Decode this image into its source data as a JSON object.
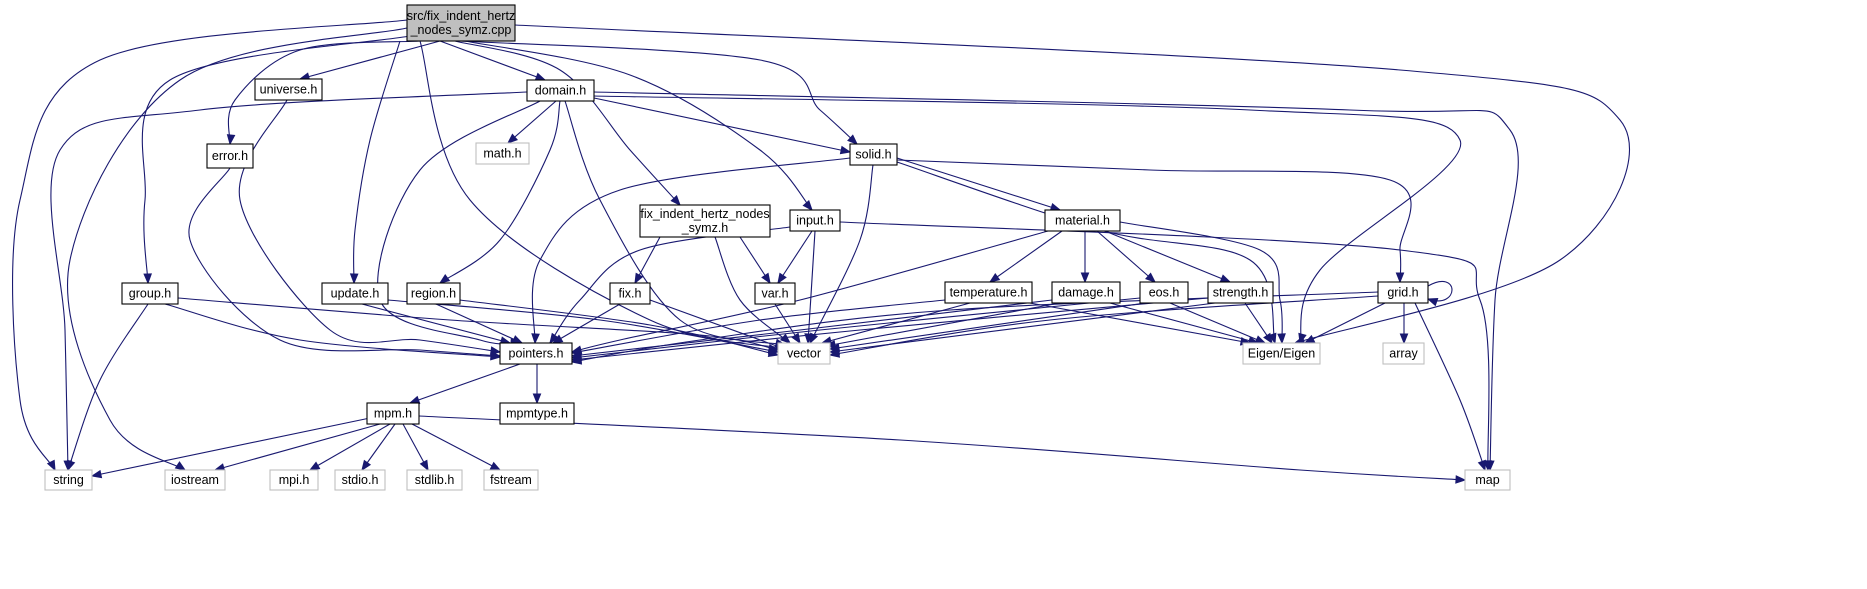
{
  "graph": {
    "title": "src/fix_indent_hertz_nodes_symz.cpp include dependency graph",
    "colors": {
      "edge": "#191970",
      "root_fill": "#bfbfbf",
      "local_border": "#000000",
      "system_border": "#bfbfbf"
    },
    "nodes": [
      {
        "id": "root",
        "lines": [
          "src/fix_indent_hertz",
          "_nodes_symz.cpp"
        ],
        "kind": "root"
      },
      {
        "id": "universe",
        "lines": [
          "universe.h"
        ],
        "kind": "local"
      },
      {
        "id": "domain",
        "lines": [
          "domain.h"
        ],
        "kind": "local"
      },
      {
        "id": "error",
        "lines": [
          "error.h"
        ],
        "kind": "local"
      },
      {
        "id": "math",
        "lines": [
          "math.h"
        ],
        "kind": "system"
      },
      {
        "id": "solid",
        "lines": [
          "solid.h"
        ],
        "kind": "local"
      },
      {
        "id": "fixsymz",
        "lines": [
          "fix_indent_hertz_nodes",
          "_symz.h"
        ],
        "kind": "local"
      },
      {
        "id": "input",
        "lines": [
          "input.h"
        ],
        "kind": "local"
      },
      {
        "id": "material",
        "lines": [
          "material.h"
        ],
        "kind": "local"
      },
      {
        "id": "group",
        "lines": [
          "group.h"
        ],
        "kind": "local"
      },
      {
        "id": "update",
        "lines": [
          "update.h"
        ],
        "kind": "local"
      },
      {
        "id": "region",
        "lines": [
          "region.h"
        ],
        "kind": "local"
      },
      {
        "id": "fix",
        "lines": [
          "fix.h"
        ],
        "kind": "local"
      },
      {
        "id": "var",
        "lines": [
          "var.h"
        ],
        "kind": "local"
      },
      {
        "id": "temperature",
        "lines": [
          "temperature.h"
        ],
        "kind": "local"
      },
      {
        "id": "damage",
        "lines": [
          "damage.h"
        ],
        "kind": "local"
      },
      {
        "id": "eos",
        "lines": [
          "eos.h"
        ],
        "kind": "local"
      },
      {
        "id": "strength",
        "lines": [
          "strength.h"
        ],
        "kind": "local"
      },
      {
        "id": "grid",
        "lines": [
          "grid.h"
        ],
        "kind": "local"
      },
      {
        "id": "pointers",
        "lines": [
          "pointers.h"
        ],
        "kind": "local"
      },
      {
        "id": "vector",
        "lines": [
          "vector"
        ],
        "kind": "system"
      },
      {
        "id": "eigen",
        "lines": [
          "Eigen/Eigen"
        ],
        "kind": "system"
      },
      {
        "id": "array",
        "lines": [
          "array"
        ],
        "kind": "system"
      },
      {
        "id": "mpm",
        "lines": [
          "mpm.h"
        ],
        "kind": "local"
      },
      {
        "id": "mpmtype",
        "lines": [
          "mpmtype.h"
        ],
        "kind": "local"
      },
      {
        "id": "string",
        "lines": [
          "string"
        ],
        "kind": "system"
      },
      {
        "id": "iostream",
        "lines": [
          "iostream"
        ],
        "kind": "system"
      },
      {
        "id": "mpi",
        "lines": [
          "mpi.h"
        ],
        "kind": "system"
      },
      {
        "id": "stdio",
        "lines": [
          "stdio.h"
        ],
        "kind": "system"
      },
      {
        "id": "stdlib",
        "lines": [
          "stdlib.h"
        ],
        "kind": "system"
      },
      {
        "id": "fstream",
        "lines": [
          "fstream"
        ],
        "kind": "system"
      },
      {
        "id": "map",
        "lines": [
          "map"
        ],
        "kind": "system"
      }
    ],
    "edges": [
      [
        "root",
        "universe"
      ],
      [
        "root",
        "domain"
      ],
      [
        "root",
        "error"
      ],
      [
        "root",
        "solid"
      ],
      [
        "root",
        "fixsymz"
      ],
      [
        "root",
        "input"
      ],
      [
        "root",
        "group"
      ],
      [
        "root",
        "update"
      ],
      [
        "root",
        "vector"
      ],
      [
        "root",
        "eigen"
      ],
      [
        "root",
        "string"
      ],
      [
        "root",
        "iostream"
      ],
      [
        "universe",
        "pointers"
      ],
      [
        "error",
        "pointers"
      ],
      [
        "domain",
        "math"
      ],
      [
        "domain",
        "solid"
      ],
      [
        "domain",
        "region"
      ],
      [
        "domain",
        "pointers"
      ],
      [
        "domain",
        "vector"
      ],
      [
        "domain",
        "string"
      ],
      [
        "domain",
        "map"
      ],
      [
        "domain",
        "eigen"
      ],
      [
        "solid",
        "material"
      ],
      [
        "solid",
        "grid"
      ],
      [
        "solid",
        "pointers"
      ],
      [
        "solid",
        "vector"
      ],
      [
        "solid",
        "eigen"
      ],
      [
        "fixsymz",
        "fix"
      ],
      [
        "fixsymz",
        "var"
      ],
      [
        "fixsymz",
        "vector"
      ],
      [
        "input",
        "var"
      ],
      [
        "input",
        "pointers"
      ],
      [
        "input",
        "vector"
      ],
      [
        "input",
        "map"
      ],
      [
        "material",
        "temperature"
      ],
      [
        "material",
        "damage"
      ],
      [
        "material",
        "eos"
      ],
      [
        "material",
        "strength"
      ],
      [
        "material",
        "pointers"
      ],
      [
        "material",
        "eigen"
      ],
      [
        "group",
        "pointers"
      ],
      [
        "group",
        "vector"
      ],
      [
        "group",
        "string"
      ],
      [
        "update",
        "pointers"
      ],
      [
        "update",
        "vector"
      ],
      [
        "region",
        "pointers"
      ],
      [
        "region",
        "vector"
      ],
      [
        "fix",
        "pointers"
      ],
      [
        "fix",
        "vector"
      ],
      [
        "var",
        "vector"
      ],
      [
        "temperature",
        "pointers"
      ],
      [
        "temperature",
        "vector"
      ],
      [
        "temperature",
        "eigen"
      ],
      [
        "damage",
        "pointers"
      ],
      [
        "damage",
        "vector"
      ],
      [
        "damage",
        "eigen"
      ],
      [
        "eos",
        "pointers"
      ],
      [
        "eos",
        "vector"
      ],
      [
        "eos",
        "eigen"
      ],
      [
        "strength",
        "pointers"
      ],
      [
        "strength",
        "vector"
      ],
      [
        "strength",
        "eigen"
      ],
      [
        "grid",
        "grid"
      ],
      [
        "grid",
        "pointers"
      ],
      [
        "grid",
        "vector"
      ],
      [
        "grid",
        "eigen"
      ],
      [
        "grid",
        "array"
      ],
      [
        "grid",
        "map"
      ],
      [
        "pointers",
        "mpm"
      ],
      [
        "pointers",
        "mpmtype"
      ],
      [
        "mpm",
        "string"
      ],
      [
        "mpm",
        "iostream"
      ],
      [
        "mpm",
        "mpi"
      ],
      [
        "mpm",
        "stdio"
      ],
      [
        "mpm",
        "stdlib"
      ],
      [
        "mpm",
        "fstream"
      ],
      [
        "mpm",
        "map"
      ]
    ]
  }
}
